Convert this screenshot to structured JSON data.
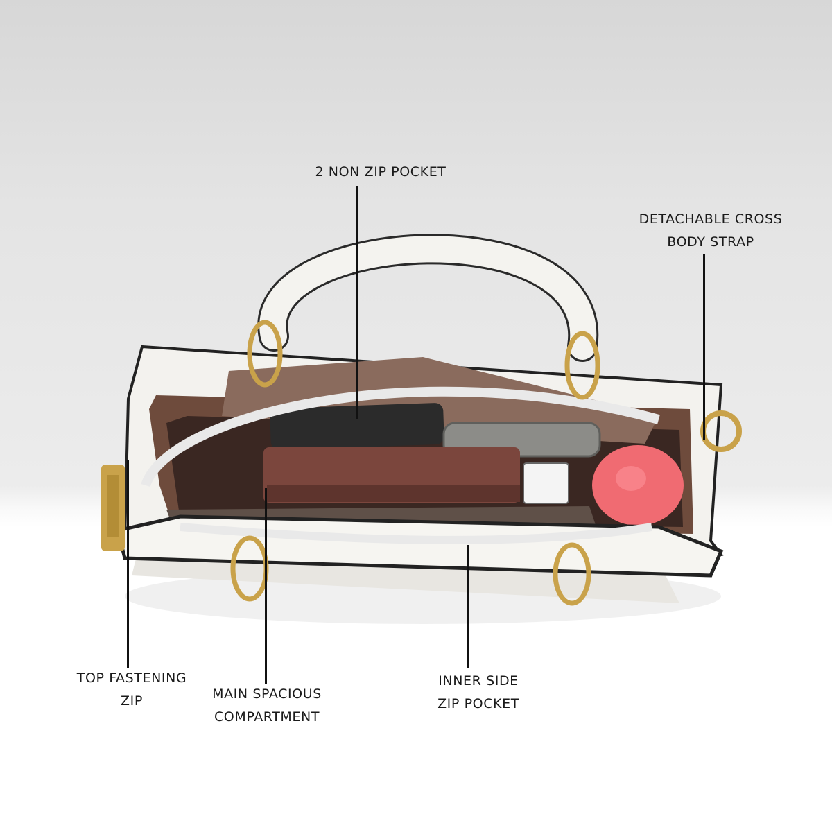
{
  "colors": {
    "background_top": "#d7d7d7",
    "floor": "#ffffff",
    "bag_body": "#f3f2ee",
    "bag_trim": "#222222",
    "lining": "#6e4b3c",
    "hardware": "#c9a24a",
    "leader_line": "#111111"
  },
  "annotations": [
    {
      "id": "non_zip_pocket",
      "lines": [
        "2 NON ZIP POCKET"
      ]
    },
    {
      "id": "crossbody_strap",
      "lines": [
        "DETACHABLE CROSS",
        "BODY STRAP"
      ]
    },
    {
      "id": "top_zip",
      "lines": [
        "TOP FASTENING",
        "ZIP"
      ]
    },
    {
      "id": "main_compartment",
      "lines": [
        "MAIN SPACIOUS",
        "COMPARTMENT"
      ]
    },
    {
      "id": "inner_zip_pocket",
      "lines": [
        "INNER SIDE",
        "ZIP POCKET"
      ]
    }
  ]
}
